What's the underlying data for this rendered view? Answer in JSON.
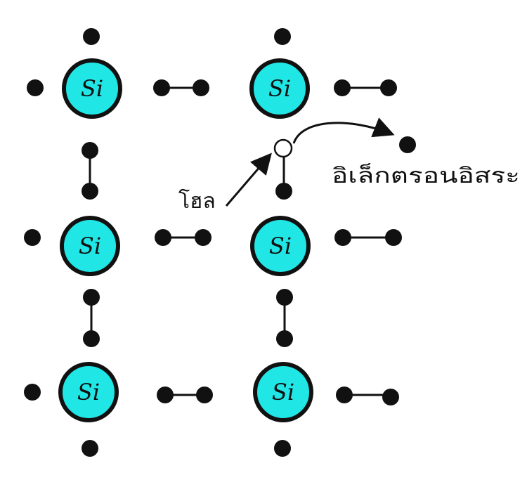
{
  "diagram": {
    "atom_symbol": "Si",
    "hole_label": "โฮล",
    "free_electron_label": "อิเล็กตรอนอิสระ",
    "lattice": {
      "rows": 3,
      "columns": 2
    },
    "colors": {
      "atom_fill": "#21e6e6",
      "outline": "#111111",
      "electron": "#111111",
      "hole_fill": "#ffffff",
      "background": "#ffffff"
    }
  }
}
